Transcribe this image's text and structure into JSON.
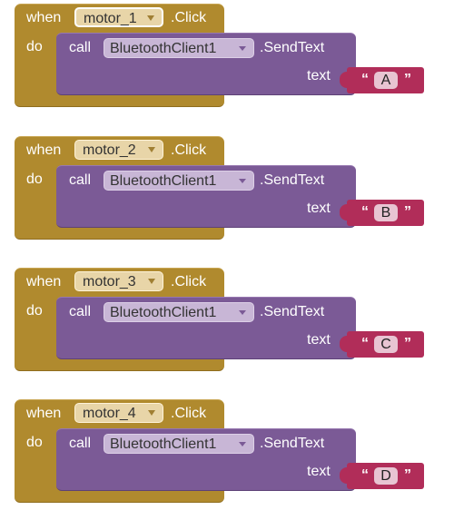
{
  "blocks": [
    {
      "when": "when",
      "component": "motor_1",
      "event": ".Click",
      "do": "do",
      "call": "call",
      "client": "BluetoothClient1",
      "method": ".SendText",
      "param": "text",
      "value": "A",
      "selected": true
    },
    {
      "when": "when",
      "component": "motor_2",
      "event": ".Click",
      "do": "do",
      "call": "call",
      "client": "BluetoothClient1",
      "method": ".SendText",
      "param": "text",
      "value": "B",
      "selected": false
    },
    {
      "when": "when",
      "component": "motor_3",
      "event": ".Click",
      "do": "do",
      "call": "call",
      "client": "BluetoothClient1",
      "method": ".SendText",
      "param": "text",
      "value": "C",
      "selected": false
    },
    {
      "when": "when",
      "component": "motor_4",
      "event": ".Click",
      "do": "do",
      "call": "call",
      "client": "BluetoothClient1",
      "method": ".SendText",
      "param": "text",
      "value": "D",
      "selected": false
    }
  ],
  "quotes": {
    "open": "“",
    "close": "”"
  },
  "icons": {
    "dropdown": "chevron-down-icon"
  },
  "colors": {
    "event": "#b08a2e",
    "call": "#7b5a96",
    "text": "#b12d59"
  }
}
